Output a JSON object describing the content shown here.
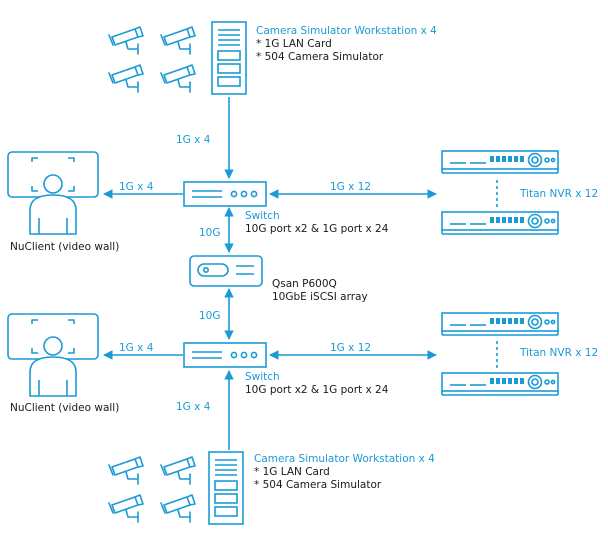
{
  "colors": {
    "accent": "#1a9ad6",
    "text": "#1a1a1a",
    "background": "#ffffff"
  },
  "top_workstation": {
    "title": "Camera Simulator Workstation x 4",
    "line1": "* 1G LAN Card",
    "line2": "* 504 Camera Simulator"
  },
  "bottom_workstation": {
    "title": "Camera Simulator Workstation x 4",
    "line1": "* 1G LAN Card",
    "line2": "* 504 Camera Simulator"
  },
  "links": {
    "top_ws_to_switch": "1G x 4",
    "top_switch_to_client": "1G x 4",
    "top_switch_to_nvr": "1G x 12",
    "top_switch_to_storage": "10G",
    "storage_to_bottom_switch": "10G",
    "bottom_switch_to_client": "1G x 4",
    "bottom_switch_to_nvr": "1G x 12",
    "bottom_ws_to_switch": "1G x 4"
  },
  "top_switch": {
    "name": "Switch",
    "ports": "10G port x2 & 1G port x 24"
  },
  "bottom_switch": {
    "name": "Switch",
    "ports": "10G port x2 & 1G port x 24"
  },
  "storage": {
    "name": "Qsan P600Q",
    "desc": "10GbE iSCSI array"
  },
  "top_client": {
    "label": "NuClient (video wall)"
  },
  "bottom_client": {
    "label": "NuClient (video wall)"
  },
  "top_nvr": {
    "label": "Titan NVR x 12"
  },
  "bottom_nvr": {
    "label": "Titan NVR x 12"
  }
}
